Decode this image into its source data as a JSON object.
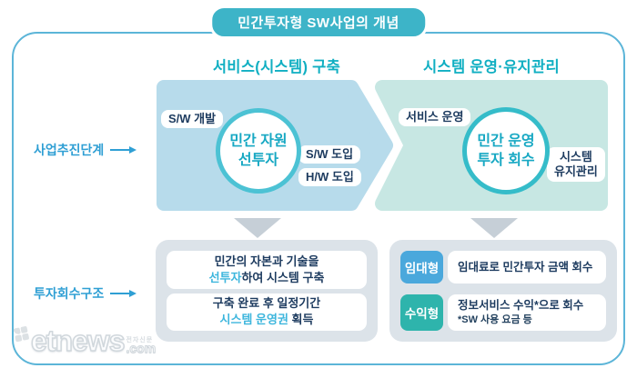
{
  "title": "민간투자형 SW사업의 개념",
  "columns": {
    "left_header": "서비스(시스템) 구축",
    "right_header": "시스템 운영·유지관리"
  },
  "side_labels": {
    "top": "사업추진단계",
    "bottom": "투자회수구조"
  },
  "build_stage": {
    "circle_line1": "민간 자원",
    "circle_line2": "선투자",
    "tags": [
      "S/W 개발",
      "S/W 도입",
      "H/W 도입"
    ]
  },
  "operate_stage": {
    "circle_line1": "민간 운영",
    "circle_line2": "투자 회수",
    "tag_top": "서비스 운영",
    "tag_right_line1": "시스템",
    "tag_right_line2": "유지관리"
  },
  "recovery_left": {
    "box1": {
      "line1": "민간의 자본과 기술을",
      "highlight": "선투자",
      "rest": "하여 시스템 구축"
    },
    "box2": {
      "line1": "구축 완료 후 일정기간",
      "highlight": "시스템 운영권",
      "rest": " 획득"
    }
  },
  "recovery_right": {
    "row1": {
      "badge": "임대형",
      "text": "임대료로 민간투자 금액 회수"
    },
    "row2": {
      "badge": "수익형",
      "line1": "정보서비스 수익*으로 회수",
      "line2": "*SW 사용 요금 등"
    }
  },
  "watermark": {
    "brand": "etnews",
    "suffix": ".com",
    "caption": "전자신문"
  },
  "colors": {
    "accent_teal": "#3db4c8",
    "header_teal": "#10afc2",
    "side_label_blue": "#2f9fd4",
    "build_fill": "#b7dbeb",
    "operate_fill": "#c7e7e3",
    "navy_text": "#1d3b5f",
    "highlight_cyan": "#3db6dd",
    "badge_rent_blue": "#4aa8dc",
    "badge_profit_teal": "#2eb4ac",
    "group_gray": "#dce3e9",
    "frame_border": "#5cb5d8"
  }
}
